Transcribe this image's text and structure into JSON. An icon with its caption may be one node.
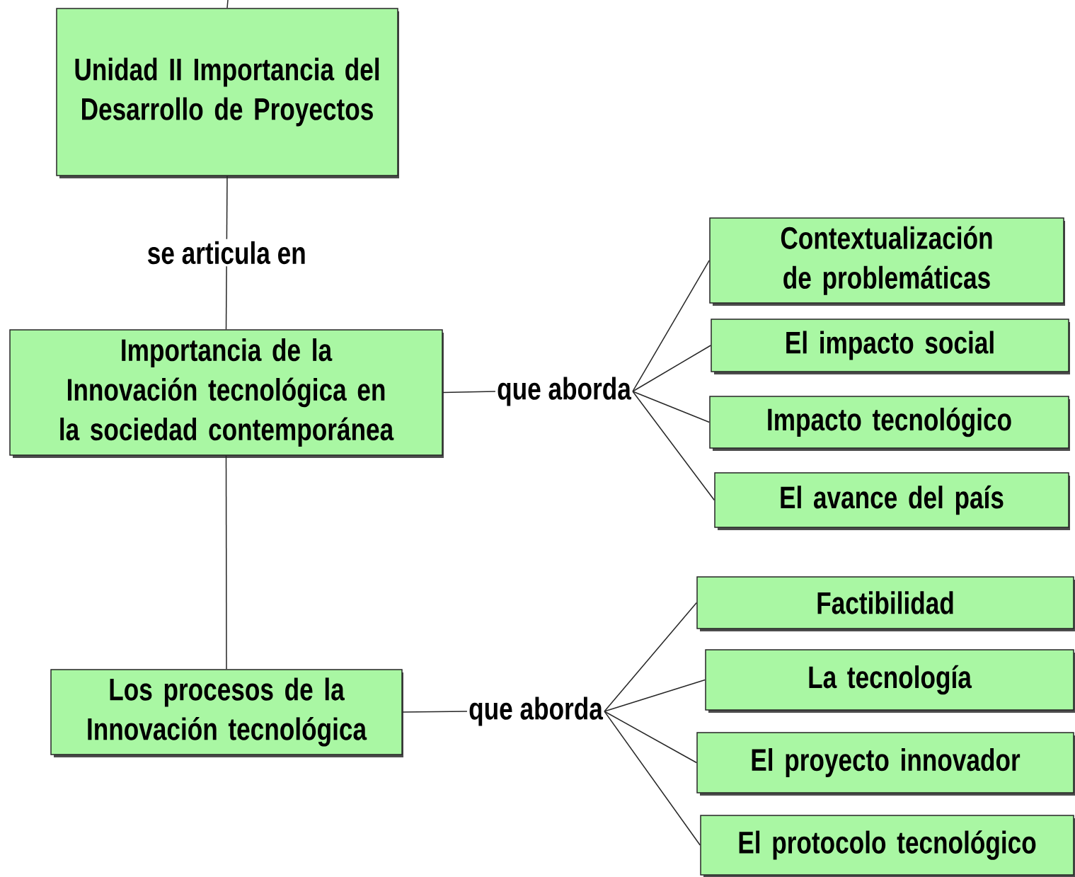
{
  "diagram": {
    "nodes": [
      {
        "text": [
          "Unidad II Importancia del Desarrollo de Proyectos"
        ]
      },
      {
        "text": [
          "Importancia de la Innovación tecnológica en la sociedad contemporánea"
        ]
      },
      {
        "text": [
          "Los procesos de la Innovación tecnológica"
        ]
      },
      {
        "text": [
          "que aborda"
        ]
      },
      {
        "text": [
          "Contextualización de problemáticas"
        ]
      },
      {
        "text": [
          "El impacto social"
        ]
      },
      {
        "text": [
          "Impacto tecnológico"
        ]
      },
      {
        "text": [
          "El avance del país"
        ]
      },
      {
        "text": [
          "que aborda"
        ]
      },
      {
        "text": [
          "Factibilidad"
        ]
      },
      {
        "text": [
          "La tecnología"
        ]
      },
      {
        "text": [
          "El proyecto innovador"
        ]
      },
      {
        "text": [
          "El protocolo tecnológico"
        ]
      }
    ],
    "edges": [
      {
        "from": null,
        "to": 0,
        "arrow": "none"
      },
      {
        "from": 0,
        "to": 1,
        "arrow": "none",
        "label": "se articula en"
      },
      {
        "from": 1,
        "to": 2,
        "arrow": "none"
      },
      {
        "from": 1,
        "to": 3,
        "arrow": "none"
      },
      {
        "from": 3,
        "to": 4,
        "arrow": "none"
      },
      {
        "from": 3,
        "to": 5,
        "arrow": "none"
      },
      {
        "from": 3,
        "to": 6,
        "arrow": "none"
      },
      {
        "from": 3,
        "to": 7,
        "arrow": "none"
      },
      {
        "from": 2,
        "to": 8,
        "arrow": "none"
      },
      {
        "from": 8,
        "to": 9,
        "arrow": "none"
      },
      {
        "from": 8,
        "to": 10,
        "arrow": "none"
      },
      {
        "from": 8,
        "to": 11,
        "arrow": "none"
      },
      {
        "from": 8,
        "to": 12,
        "arrow": "none"
      }
    ]
  }
}
